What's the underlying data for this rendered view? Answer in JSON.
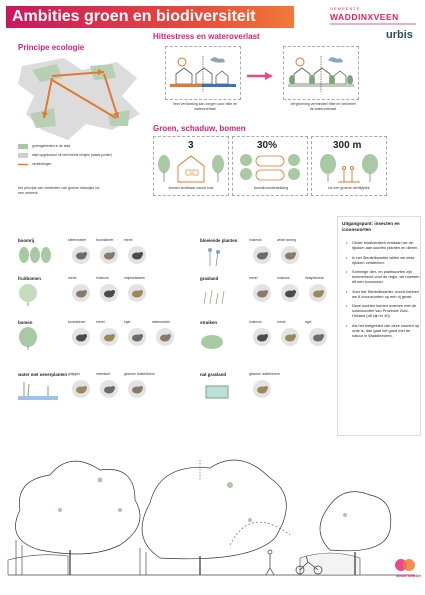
{
  "header": {
    "title": "Ambities groen en biodiversiteit",
    "logo_top": "GEMEENTE",
    "logo_main": "WADDINXVEEN",
    "logo_partner": "urbis"
  },
  "principe": {
    "heading": "Principe ecologie",
    "legend": [
      "groengebieden in de stad",
      "stad opgebouwd uit veel kleine blokjes (stads-polder)",
      "verbindingen"
    ],
    "caption": "het principe van verbinden van groene eilandjes tot een netwerk"
  },
  "hittestress": {
    "heading": "Hittestress en wateroverlast",
    "caption_left": "Veel verharding kan zorgen voor hitte en wateroverlast",
    "caption_right": "Vergroening vermindert hitte en verbetert de wateroverlast"
  },
  "groen": {
    "heading": "Groen, schaduw, bomen",
    "items": [
      {
        "stat": "3",
        "caption": "bomen zichtbaar vanuit huis"
      },
      {
        "stat": "30%",
        "caption": "boomkroonbedekking"
      },
      {
        "stat": "300 m",
        "caption": "tot een groene verblijfplek"
      }
    ]
  },
  "habitats": {
    "left": [
      {
        "name": "boomrij",
        "species": [
          "steenmarter",
          "boomklever",
          "merel"
        ]
      },
      {
        "name": "fruitbomen",
        "species": [
          "merel",
          "huismus",
          "vetplantwants"
        ]
      },
      {
        "name": "bomen",
        "species": [
          "boomklever",
          "merel",
          "egel",
          "steenmarter"
        ]
      },
      {
        "name": "water met oeverplanten",
        "species": [
          "grijsgier",
          "meerkoet",
          "gewone dotterbloem"
        ]
      }
    ],
    "right": [
      {
        "name": "bloeiende planten",
        "species": [
          "huismus",
          "wilde honing"
        ]
      },
      {
        "name": "grasland",
        "species": [
          "merel",
          "huismus",
          "rietspitsmuis"
        ]
      },
      {
        "name": "struiken",
        "species": [
          "huismus",
          "merel",
          "egel"
        ]
      },
      {
        "name": "nat grasland",
        "species": [
          "gewone dotterbloem"
        ]
      }
    ]
  },
  "sidebar": {
    "title": "Uitgangspunt: insecten en icoonsoorten",
    "points": [
      "Onder biodiversiteit verstaan we de rijkdom aan soorten planten en dieren.",
      "In het Sleutelkwartier willen we deze rijkdom versterken.",
      "Sommige dier- en plantsoorten zijn kenmerkend voor de regio, we noemen dit een icoonsoort.",
      "Voor het Sleutelkwartier, noord hebben we 6 icoonsoorten op een rij gezet.",
      "Deze soorten komen overeen met de icoonsoorten van Provincie Zuid-Holland (dit zijn er 40)",
      "Als het leefgebied van deze soorten op orde is, dan gaat het goed met de natuur in Waddinxveen."
    ]
  },
  "footer": {
    "logo_text": "Sleutel kwartier"
  },
  "colors": {
    "title_start": "#c8175e",
    "title_end": "#f07a3a",
    "accent_pink": "#d4237a",
    "green": "#a9c9a4",
    "arrow_orange": "#e07a2e"
  }
}
